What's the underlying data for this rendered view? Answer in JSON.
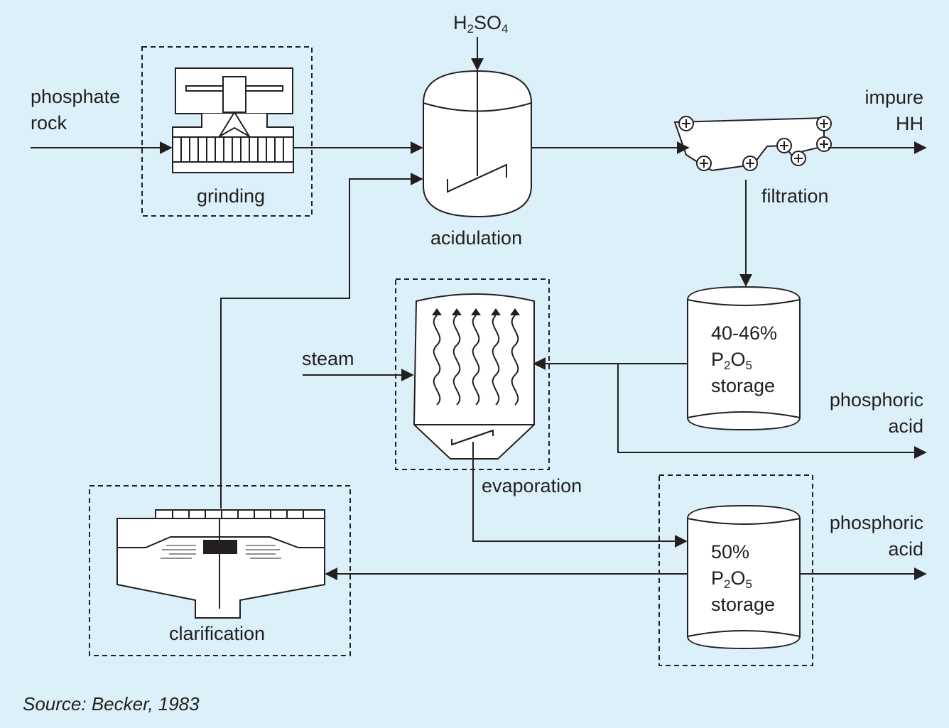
{
  "labels": {
    "phosphate_rock": [
      "phosphate",
      "rock"
    ],
    "grinding": "grinding",
    "h2so4": {
      "h": "H",
      "h_sub": "2",
      "so": "SO",
      "so_sub": "4"
    },
    "acidulation": "acidulation",
    "filtration": "filtration",
    "impure_hh": [
      "impure",
      "HH"
    ],
    "steam": "steam",
    "evaporation": "evaporation",
    "storage_1": {
      "percent": "40-46%",
      "p": "P",
      "p_sub": "2",
      "o": "O",
      "o_sub": "5",
      "word": "storage"
    },
    "phosphoric_acid_1": [
      "phosphoric",
      "acid"
    ],
    "storage_2": {
      "percent": "50%",
      "p": "P",
      "p_sub": "2",
      "o": "O",
      "o_sub": "5",
      "word": "storage"
    },
    "phosphoric_acid_2": [
      "phosphoric",
      "acid"
    ],
    "clarification": "clarification"
  },
  "source": "Source: Becker, 1983",
  "colors": {
    "background": "#dbf0f9",
    "ink": "#231f20",
    "fill": "#ffffff"
  }
}
